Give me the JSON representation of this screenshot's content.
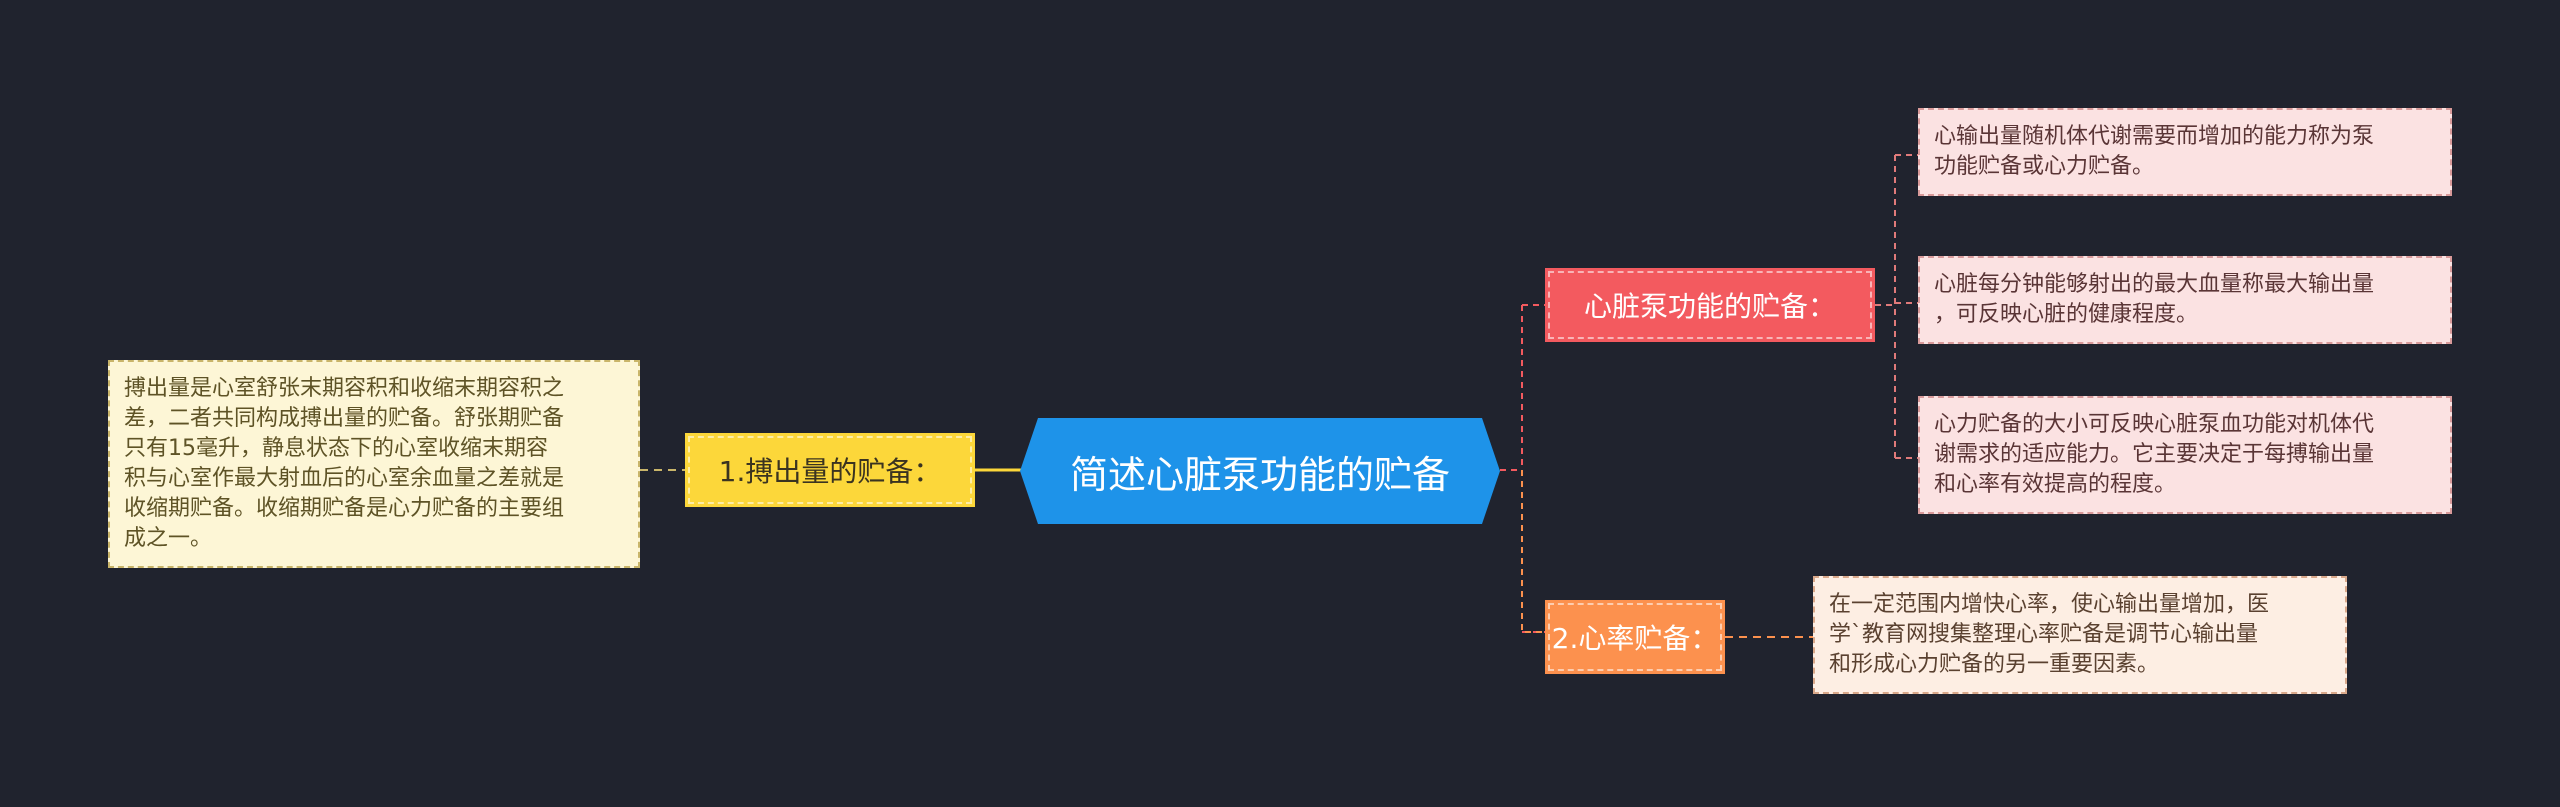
{
  "colors": {
    "background": "#20232e",
    "center": "#1e93e9",
    "yellow": "#fcd73a",
    "red": "#f35a5f",
    "orange": "#fc914e"
  },
  "center": {
    "title": "简述心脏泵功能的贮备"
  },
  "left_branch": {
    "label": "1.搏出量的贮备：",
    "detail_lines": [
      "搏出量是心室舒张末期容积和收缩末期容积之",
      "差，二者共同构成搏出量的贮备。舒张期贮备",
      "只有15毫升，静息状态下的心室收缩末期容",
      "积与心室作最大射血后的心室余血量之差就是",
      "收缩期贮备。收缩期贮备是心力贮备的主要组",
      "成之一。"
    ]
  },
  "right_top_branch": {
    "label": "心脏泵功能的贮备：",
    "details": [
      {
        "lines": [
          "心输出量随机体代谢需要而增加的能力称为泵",
          "功能贮备或心力贮备。"
        ]
      },
      {
        "lines": [
          "心脏每分钟能够射出的最大血量称最大输出量",
          "，可反映心脏的健康程度。"
        ]
      },
      {
        "lines": [
          "心力贮备的大小可反映心脏泵血功能对机体代",
          "谢需求的适应能力。它主要决定于每搏输出量",
          "和心率有效提高的程度。"
        ]
      }
    ]
  },
  "right_bottom_branch": {
    "label": "2.心率贮备：",
    "detail_lines": [
      "在一定范围内增快心率，使心输出量增加，医",
      "学`教育网搜集整理心率贮备是调节心输出量",
      "和形成心力贮备的另一重要因素。"
    ]
  }
}
